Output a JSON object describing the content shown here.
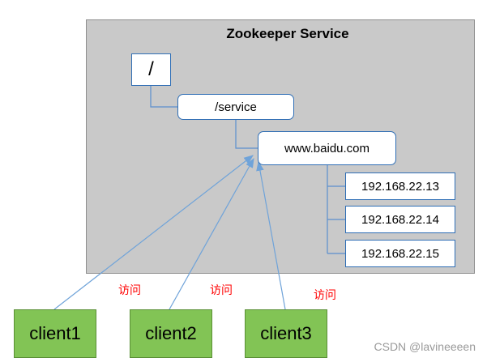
{
  "service": {
    "title": "Zookeeper Service"
  },
  "tree": {
    "root": "/",
    "service": "/service",
    "domain": "www.baidu.com",
    "ips": [
      "192.168.22.13",
      "192.168.22.14",
      "192.168.22.15"
    ]
  },
  "clients": [
    "client1",
    "client2",
    "client3"
  ],
  "access_label": "访问",
  "watermark": "CSDN @lavineeeen",
  "colors": {
    "panel": "#c9c9c9",
    "node_border": "#2f6eb5",
    "client_fill": "#82c455",
    "access_text": "#ff0000",
    "connector": "#6fa3d9"
  }
}
